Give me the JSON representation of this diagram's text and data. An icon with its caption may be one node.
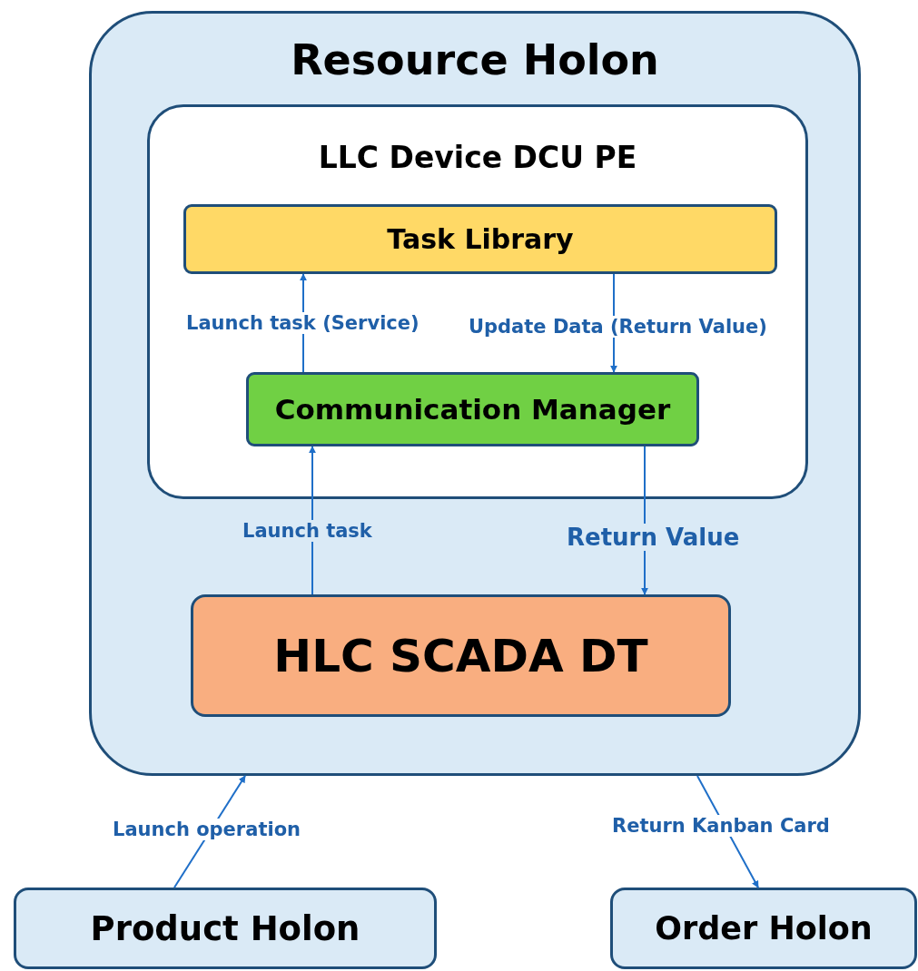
{
  "diagram": {
    "nodes": [
      {
        "text": [
          "Resource Holon"
        ]
      },
      {
        "text": [
          "LLC Device DCU PE"
        ],
        "in": 0
      },
      {
        "text": [
          "Task Library"
        ],
        "in": 1
      },
      {
        "text": [
          "Communication Manager"
        ],
        "in": 1
      },
      {
        "text": [
          "HLC SCADA DT"
        ],
        "in": 0
      },
      {
        "text": [
          "Product Holon"
        ]
      },
      {
        "text": [
          "Order Holon"
        ]
      }
    ],
    "edges": [
      {
        "from": 3,
        "to": 2,
        "arrow": "to",
        "label": "Launch task (Service)"
      },
      {
        "from": 2,
        "to": 3,
        "arrow": "to",
        "label": "Update Data (Return Value)"
      },
      {
        "from": 4,
        "to": 3,
        "arrow": "to",
        "label": "Launch task"
      },
      {
        "from": 3,
        "to": 4,
        "arrow": "to",
        "label": "Return Value"
      },
      {
        "from": 5,
        "to": 0,
        "arrow": "to",
        "label": "Launch operation"
      },
      {
        "from": 0,
        "to": 6,
        "arrow": "to",
        "label": "Return Kanban Card"
      }
    ]
  }
}
